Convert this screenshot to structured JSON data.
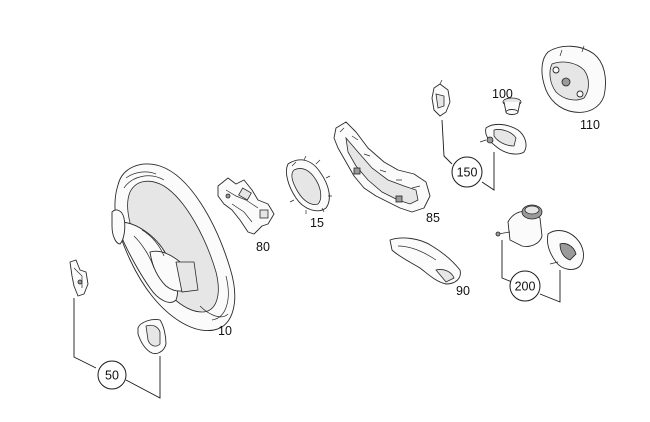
{
  "diagram": {
    "labels": {
      "p10": "10",
      "p15": "15",
      "p80": "80",
      "p85": "85",
      "p90": "90",
      "p100": "100",
      "p110": "110",
      "p150": "150",
      "p200": "200",
      "p50": "50"
    }
  }
}
